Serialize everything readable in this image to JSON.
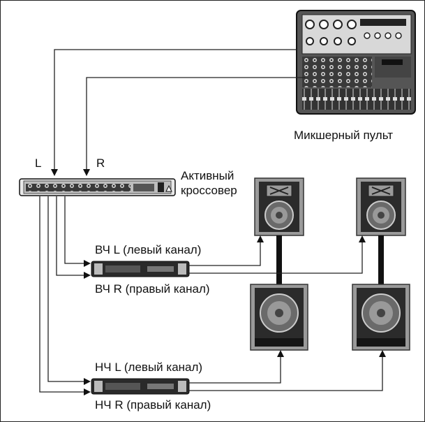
{
  "labels": {
    "mixer": "Микшерный пульт",
    "left": "L",
    "right": "R",
    "crossover_line1": "Активный",
    "crossover_line2": "кроссовер",
    "hf_left": "ВЧ L (левый канал)",
    "hf_right": "ВЧ R (правый канал)",
    "lf_left": "НЧ L (левый канал)",
    "lf_right": "НЧ R (правый канал)"
  },
  "colors": {
    "line": "#222222",
    "device": "#2a2a2a",
    "panel": "#8a8a8a",
    "cabinet_frame": "#9a9a9a",
    "cabinet": "#2b2b2b"
  }
}
